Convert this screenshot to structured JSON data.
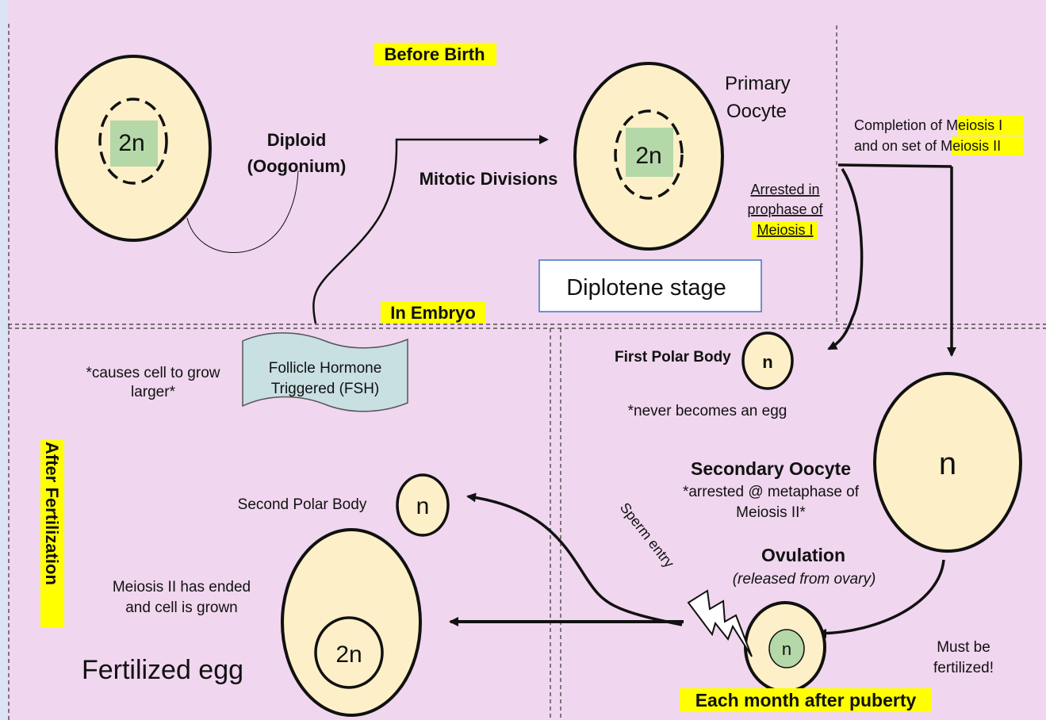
{
  "labels": {
    "before_birth": "Before Birth",
    "in_embryo": "In Embryo",
    "after_fertilization": "After Fertilization",
    "each_month": "Each month after puberty",
    "oogonium_ploidy": "2n",
    "diploid": "Diploid",
    "oogonium": "(Oogonium)",
    "mitotic_divisions": "Mitotic Divisions",
    "primary_ploidy": "2n",
    "primary_line1": "Primary",
    "primary_line2": "Oocyte",
    "arrested_line1": "Arrested in",
    "arrested_line2": "prophase of",
    "arrested_line3": "Meiosis I",
    "completion_prefix": "Completion of ",
    "completion_meiosis1": "Meiosis I",
    "completion_line2_prefix": "and on set of ",
    "completion_meiosis2": "Meiosis II",
    "diplotene": "Diplotene stage",
    "fsh_line1": "Follicle Hormone",
    "fsh_line2": "Triggered (FSH)",
    "grow_line1": "*causes cell to grow",
    "grow_line2": "larger*",
    "first_polar_body": "First Polar Body",
    "first_polar_ploidy": "n",
    "never_egg": "*never becomes an egg",
    "secondary_oocyte": "Secondary Oocyte",
    "secondary_arrest1": "*arrested @ metaphase of",
    "secondary_arrest2": "Meiosis II*",
    "secondary_ploidy": "n",
    "ovulation": "Ovulation",
    "released": "(released from ovary)",
    "ovulated_ploidy": "n",
    "must_be1": "Must be",
    "must_be2": "fertilized!",
    "sperm_entry": "Sperm entry",
    "second_polar_body": "Second Polar Body",
    "second_polar_ploidy": "n",
    "meiosis_ended1": "Meiosis II has ended",
    "meiosis_ended2": "and cell is grown",
    "fertilized_egg": "Fertilized egg",
    "zygote_ploidy": "2n"
  },
  "colors": {
    "background": "#f0d6ee",
    "cell": "#fdf0c8",
    "nucleus": "#b5d8a8",
    "highlight": "#ffff00",
    "fsh_box": "#c9e0e3"
  }
}
